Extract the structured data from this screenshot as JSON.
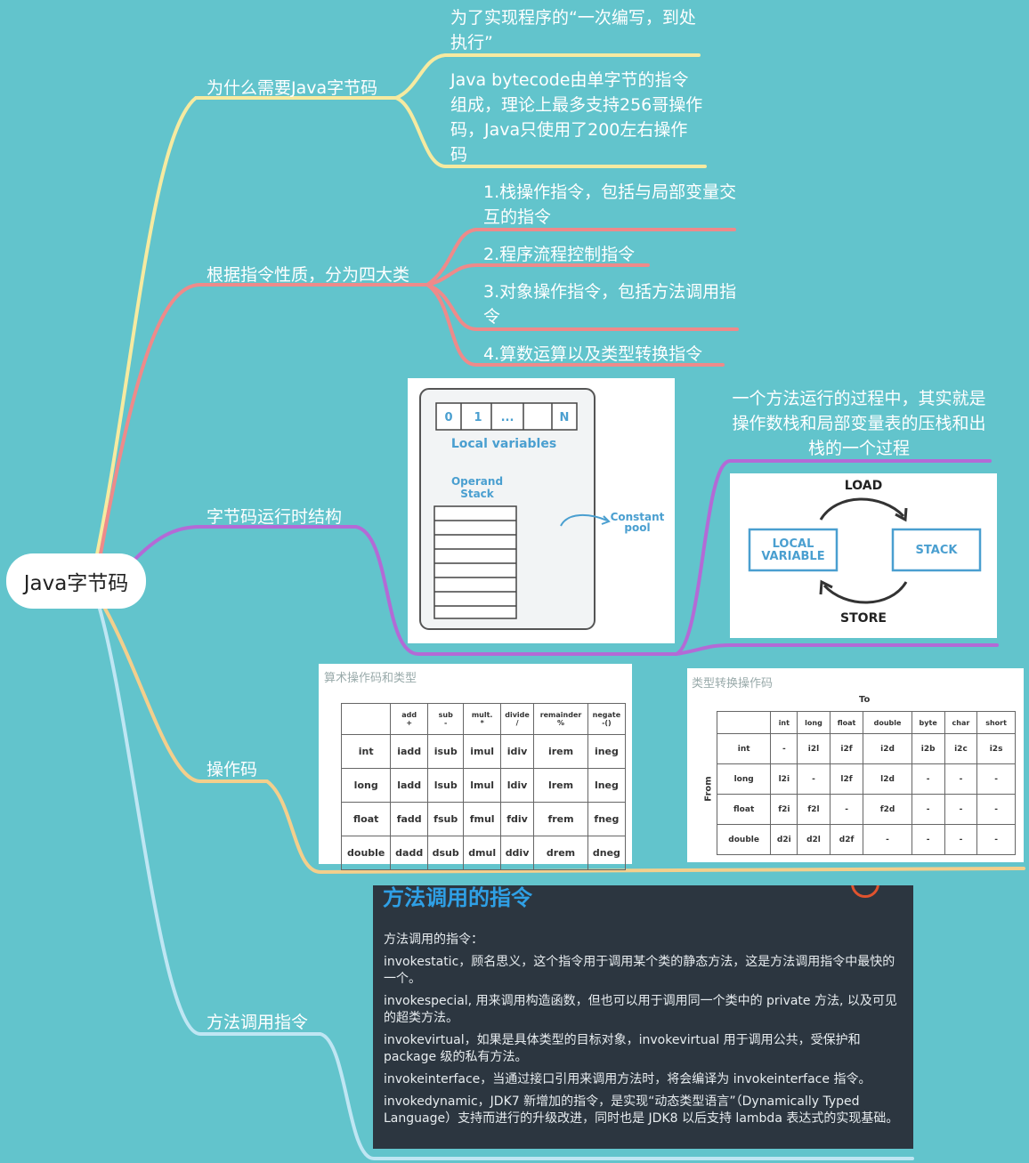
{
  "root": "Java字节码",
  "branches": [
    {
      "label": "为什么需要Java字节码",
      "children": [
        "为了实现程序的“一次编写，到处执行”",
        "Java bytecode由单字节的指令组成，理论上最多支持256哥操作码，Java只使用了200左右操作码"
      ]
    },
    {
      "label": "根据指令性质，分为四大类",
      "children": [
        "1.栈操作指令，包括与局部变量交互的指令",
        "2.程序流程控制指令",
        "3.对象操作指令，包括方法调用指令",
        "4.算数运算以及类型转换指令"
      ]
    },
    {
      "label": "字节码运行时结构",
      "children": [
        "一个方法运行的过程中，其实就是操作数栈和局部变量表的压栈和出栈的一个过程"
      ]
    },
    {
      "label": "操作码"
    },
    {
      "label": "方法调用指令"
    }
  ],
  "runtime_image": {
    "slots": [
      "0",
      "1",
      "...",
      "",
      "N"
    ],
    "local_variables": "Local variables",
    "operand_stack": [
      "Operand",
      "Stack"
    ],
    "constant_pool": [
      "Constant",
      "pool"
    ]
  },
  "load_store": {
    "load": "LOAD",
    "store": "STORE",
    "local_variable": [
      "LOCAL",
      "VARIABLE"
    ],
    "stack": "STACK"
  },
  "arith_table": {
    "caption": "算术操作码和类型",
    "headers": [
      [
        "",
        ""
      ],
      [
        "add",
        "+"
      ],
      [
        "sub",
        "-"
      ],
      [
        "mult.",
        "*"
      ],
      [
        "divide",
        "/"
      ],
      [
        "remainder",
        "%"
      ],
      [
        "negate",
        "-()"
      ]
    ],
    "rows": [
      [
        "int",
        "iadd",
        "isub",
        "imul",
        "idiv",
        "irem",
        "ineg"
      ],
      [
        "long",
        "ladd",
        "lsub",
        "lmul",
        "ldiv",
        "lrem",
        "lneg"
      ],
      [
        "float",
        "fadd",
        "fsub",
        "fmul",
        "fdiv",
        "frem",
        "fneg"
      ],
      [
        "double",
        "dadd",
        "dsub",
        "dmul",
        "ddiv",
        "drem",
        "dneg"
      ]
    ]
  },
  "convert_table": {
    "caption": "类型转换操作码",
    "to": "To",
    "from": "From",
    "headers": [
      "",
      "int",
      "long",
      "float",
      "double",
      "byte",
      "char",
      "short"
    ],
    "rows": [
      [
        "int",
        "-",
        "i2l",
        "i2f",
        "i2d",
        "i2b",
        "i2c",
        "i2s"
      ],
      [
        "long",
        "l2i",
        "-",
        "l2f",
        "l2d",
        "-",
        "-",
        "-"
      ],
      [
        "float",
        "f2i",
        "f2l",
        "-",
        "f2d",
        "-",
        "-",
        "-"
      ],
      [
        "double",
        "d2i",
        "d2l",
        "d2f",
        "-",
        "-",
        "-",
        "-"
      ]
    ]
  },
  "invoke_panel": {
    "title": "方法调用的指令",
    "paragraphs": [
      "方法调用的指令：",
      "invokestatic，顾名思义，这个指令用于调用某个类的静态方法，这是方法调用指令中最快的一个。",
      "invokespecial, 用来调用构造函数，但也可以用于调用同一个类中的 private 方法, 以及可见的超类方法。",
      "invokevirtual，如果是具体类型的目标对象，invokevirtual 用于调用公共，受保护和package 级的私有方法。",
      "invokeinterface，当通过接口引用来调用方法时，将会编译为 invokeinterface 指令。",
      "invokedynamic，JDK7 新增加的指令，是实现“动态类型语言”（Dynamically Typed Language）支持而进行的升级改进，同时也是 JDK8 以后支持 lambda 表达式的实现基础。"
    ]
  },
  "colors": {
    "background": "#62c4cc",
    "yellow": "#f6eaa0",
    "red": "#ee8a8a",
    "purple": "#b36ad6",
    "orange": "#f3cf8c",
    "blue": "#bfe6f3"
  }
}
